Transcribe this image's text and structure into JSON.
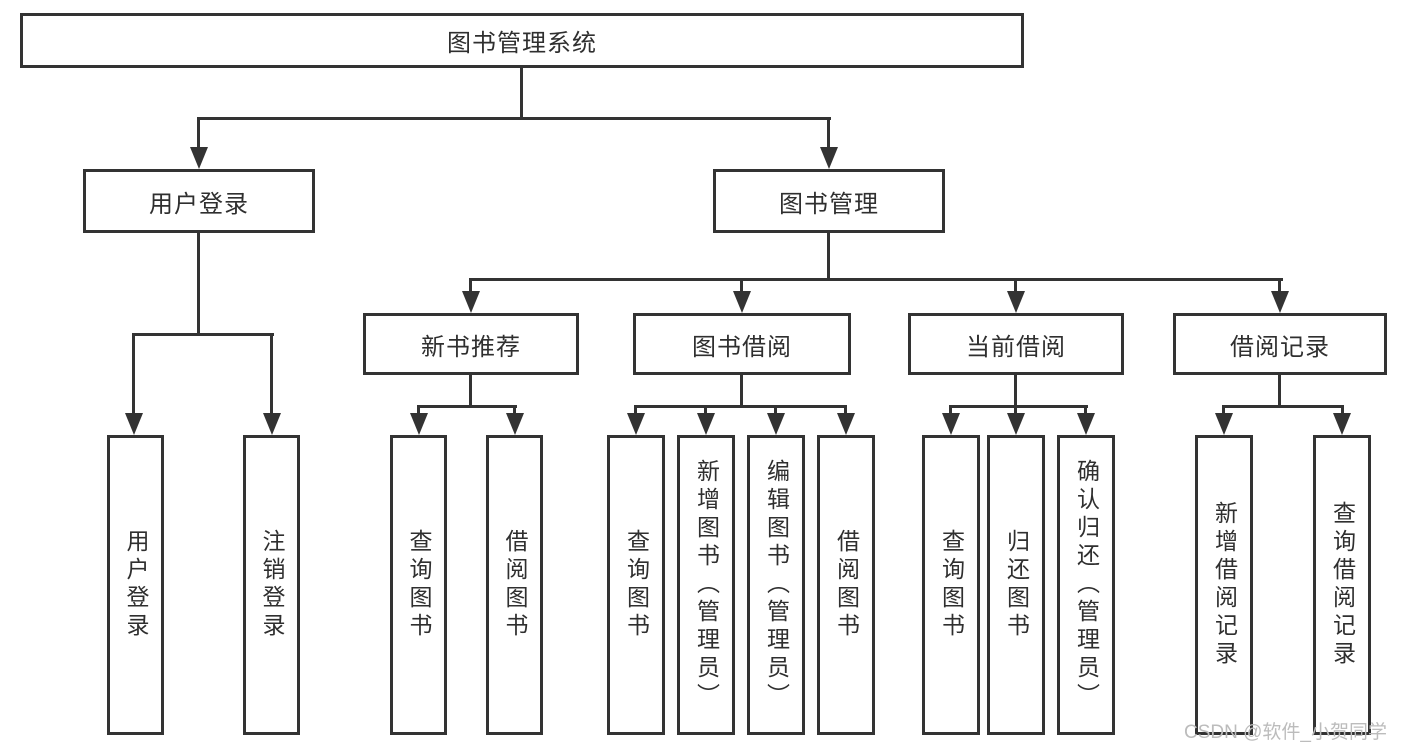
{
  "diagram": {
    "root": {
      "label": "图书管理系统"
    },
    "level2": [
      {
        "label": "用户登录"
      },
      {
        "label": "图书管理"
      }
    ],
    "level3": [
      {
        "label": "新书推荐"
      },
      {
        "label": "图书借阅"
      },
      {
        "label": "当前借阅"
      },
      {
        "label": "借阅记录"
      }
    ],
    "leaves": [
      {
        "parent": "用户登录",
        "label": "用户登录"
      },
      {
        "parent": "用户登录",
        "label": "注销登录"
      },
      {
        "parent": "新书推荐",
        "label": "查询图书"
      },
      {
        "parent": "新书推荐",
        "label": "借阅图书"
      },
      {
        "parent": "图书借阅",
        "label": "查询图书"
      },
      {
        "parent": "图书借阅",
        "label": "新增图书（管理员）"
      },
      {
        "parent": "图书借阅",
        "label": "编辑图书（管理员）"
      },
      {
        "parent": "图书借阅",
        "label": "借阅图书"
      },
      {
        "parent": "当前借阅",
        "label": "查询图书"
      },
      {
        "parent": "当前借阅",
        "label": "归还图书"
      },
      {
        "parent": "当前借阅",
        "label": "确认归还（管理员）"
      },
      {
        "parent": "借阅记录",
        "label": "新增借阅记录"
      },
      {
        "parent": "借阅记录",
        "label": "查询借阅记录"
      }
    ],
    "watermark": "CSDN @软件_小贺同学",
    "colors": {
      "line": "#333333",
      "text": "#2f2f2f",
      "background": "#ffffff",
      "watermark": "#bcbcbc"
    }
  }
}
